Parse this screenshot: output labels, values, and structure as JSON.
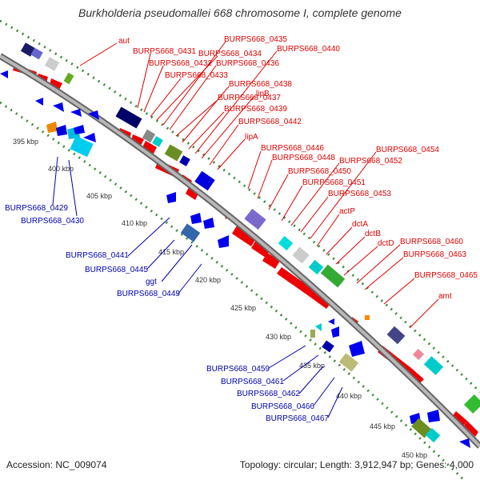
{
  "title": "Burkholderia pseudomallei 668 chromosome I, complete genome",
  "footer": {
    "accession": "Accession: NC_009074",
    "summary": "Topology: circular; Length: 3,912,947 bp; Genes: 4,000"
  },
  "colors": {
    "backbone": "#9a9a9a",
    "dots": "#3a8a3a",
    "forward_label": "#dd0000",
    "reverse_label": "#0000aa",
    "tick_label": "#333333"
  },
  "ticks": [
    "395 kbp",
    "400 kbp",
    "405 kbp",
    "410 kbp",
    "415 kbp",
    "420 kbp",
    "425 kbp",
    "430 kbp",
    "435 kbp",
    "440 kbp",
    "445 kbp",
    "450 kbp"
  ],
  "forward_labels": [
    "aut",
    "BURPS668_0431",
    "BURPS668_0432",
    "BURPS668_0433",
    "BURPS668_0434",
    "BURPS668_0435",
    "BURPS668_0436",
    "BURPS668_0437",
    "BURPS668_0438",
    "BURPS668_0439",
    "BURPS668_0440",
    "lipB",
    "BURPS668_0442",
    "lipA",
    "BURPS668_0446",
    "BURPS668_0448",
    "BURPS668_0450",
    "BURPS668_0451",
    "BURPS668_0452",
    "BURPS668_0453",
    "BURPS668_0454",
    "actP",
    "dctA",
    "dctB",
    "dctD",
    "BURPS668_0460",
    "BURPS668_0463",
    "BURPS668_0465",
    "amt"
  ],
  "reverse_labels": [
    "BURPS668_0429",
    "BURPS668_0430",
    "BURPS668_0441",
    "BURPS668_0445",
    "ggt",
    "BURPS668_0449",
    "BURPS668_0459",
    "BURPS668_0461",
    "BURPS668_0462",
    "BURPS668_0466",
    "BURPS668_0467"
  ]
}
